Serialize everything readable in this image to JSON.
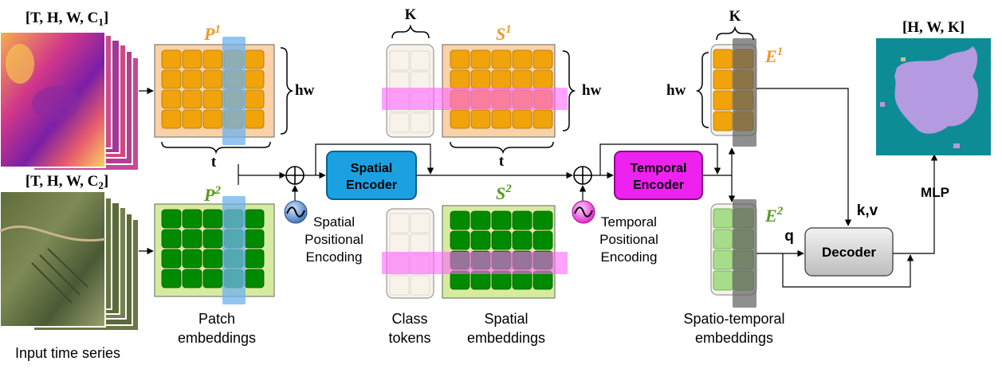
{
  "inputs": {
    "shape1": "[T, H, W, C1]",
    "shape2": "[T, H, W, C2]",
    "caption": "Input time series"
  },
  "patch": {
    "p1_label": "P1",
    "p2_label": "P2",
    "hw_label": "hw",
    "t_label": "t",
    "caption_line1": "Patch",
    "caption_line2": "embeddings"
  },
  "spatial_pe": {
    "line1": "Spatial",
    "line2": "Positional",
    "line3": "Encoding"
  },
  "spatial_encoder": {
    "line1": "Spatial",
    "line2": "Encoder"
  },
  "class_tokens": {
    "k_label": "K",
    "caption_line1": "Class",
    "caption_line2": "tokens"
  },
  "spatial_emb": {
    "s1_label": "S1",
    "s2_label": "S2",
    "hw_label": "hw",
    "t_label": "t",
    "caption_line1": "Spatial",
    "caption_line2": "embeddings"
  },
  "temporal_pe": {
    "line1": "Temporal",
    "line2": "Positional",
    "line3": "Encoding"
  },
  "temporal_encoder": {
    "line1": "Temporal",
    "line2": "Encoder"
  },
  "st_emb": {
    "k_label": "K",
    "hw_label": "hw",
    "e1_label": "E1",
    "e2_label": "E2",
    "caption_line1": "Spatio-temporal",
    "caption_line2": "embeddings"
  },
  "decoder": {
    "label": "Decoder",
    "q_label": "q",
    "kv_label": "k,v"
  },
  "mlp_label": "MLP",
  "output_shape": "[H, W, K]",
  "colors": {
    "orange_cell": "#f0a30a",
    "orange_bg": "#fbd1a8",
    "green_cell": "#008a00",
    "green_bg": "#d5ec9e",
    "light_green_cell": "#a7dd8a",
    "blue_band": "#6fb1ee",
    "pink_band": "#ff66ff",
    "spatial_encoder": "#1ba1e2",
    "temporal_encoder": "#ee22ee",
    "label_orange": "#f0972d",
    "label_green": "#5a9a1e",
    "teal": "#0e8c95",
    "lavender": "#b49ae0"
  }
}
